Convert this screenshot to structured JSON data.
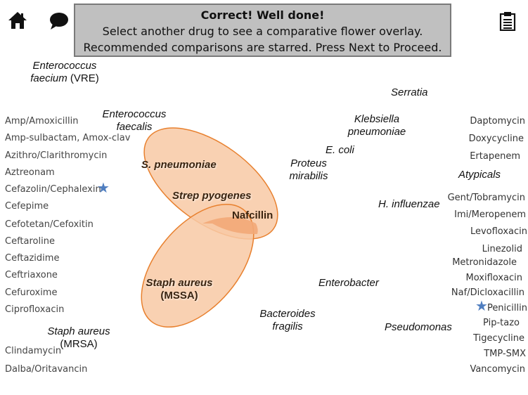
{
  "banner": {
    "line1": "Correct!  Well done!",
    "line2": "Select another drug to see a comparative flower overlay.",
    "line3": "Recommended comparisons are starred.  Press Next to Proceed."
  },
  "icons": {
    "home": "home-icon",
    "chat": "speech-bubble-icon",
    "notes": "clipboard-icon"
  },
  "drugs_left": [
    "Amp/Amoxicillin",
    "Amp-sulbactam, Amox-clav",
    "Azithro/Clarithromycin",
    "Aztreonam",
    "Cefazolin/Cephalexin",
    "Cefepime",
    "Cefotetan/Cefoxitin",
    "Ceftaroline",
    "Ceftazidime",
    "Ceftriaxone",
    "Cefuroxime",
    "Ciprofloxacin",
    "Clindamycin",
    "Dalba/Oritavancin"
  ],
  "drugs_right": [
    "Daptomycin",
    "Doxycycline",
    "Ertapenem",
    "Gent/Tobramycin",
    "Imi/Meropenem",
    "Levofloxacin",
    "Linezolid",
    "Metronidazole",
    "Moxifloxacin",
    "Naf/Dicloxacillin",
    "Penicillin",
    "Pip-tazo",
    "Tigecycline",
    "TMP-SMX",
    "Vancomycin"
  ],
  "organisms": {
    "vre_1": "Enterococcus",
    "vre_2": "faecium",
    "vre_3": " (VRE)",
    "faecalis_1": "Enterococcus",
    "faecalis_2": "faecalis",
    "serratia": "Serratia",
    "klebsiella_1": "Klebsiella",
    "klebsiella_2": "pneumoniae",
    "ecoli": "E. coli",
    "proteus_1": "Proteus",
    "proteus_2": "mirabilis",
    "atypicals": "Atypicals",
    "hinfluenzae": "H. influenzae",
    "enterobacter": "Enterobacter",
    "bacteroides_1": "Bacteroides",
    "bacteroides_2": "fragilis",
    "pseudomonas": "Pseudomonas",
    "mrsa_1": "Staph aureus",
    "mrsa_2": "(MRSA)"
  },
  "ovals": {
    "pneumoniae": "S. pneumoniae",
    "pyogenes": "Strep pyogenes",
    "mssa_1": "Staph aureus",
    "mssa_2": "(MSSA)"
  },
  "selected_drug": "Nafcillin",
  "colors": {
    "oval_fill": "#f8c9a4",
    "oval_stroke": "#e8802e",
    "overlap_fill": "#f2a978",
    "star": "#4f7ec0"
  }
}
